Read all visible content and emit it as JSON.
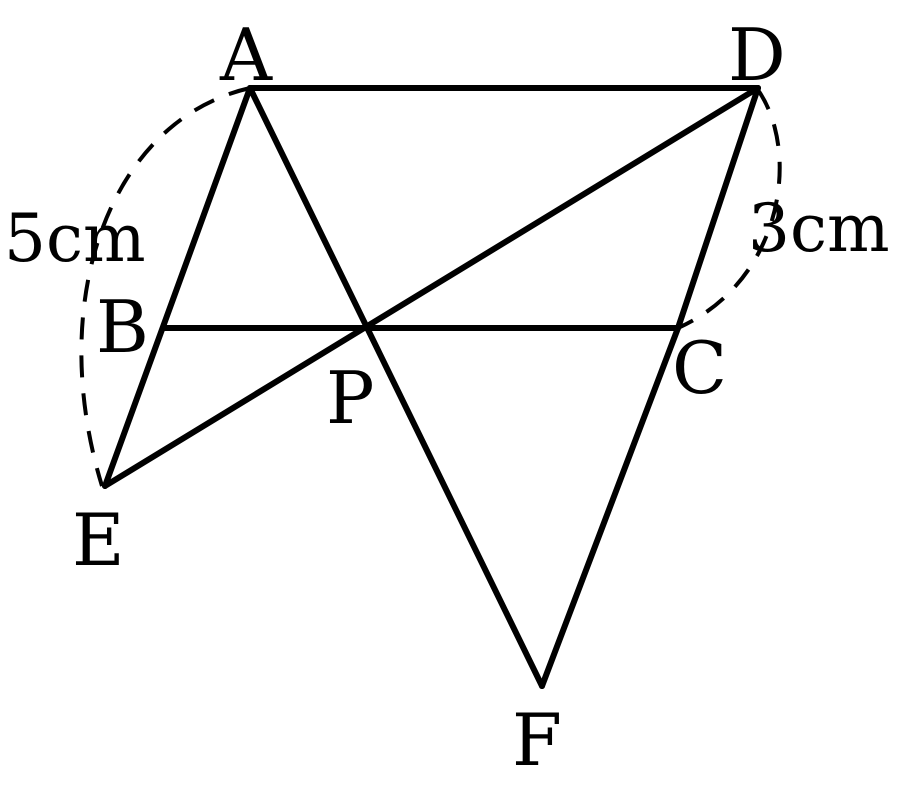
{
  "diagram": {
    "points": {
      "A": "A",
      "D": "D",
      "B": "B",
      "C": "C",
      "P": "P",
      "E": "E",
      "F": "F"
    },
    "measurements": {
      "arc_AE": "5cm",
      "arc_DC": "3cm"
    },
    "segments": [
      "AD",
      "AE",
      "DC",
      "CF",
      "AF",
      "DE",
      "BC"
    ],
    "dashed_arcs": [
      "A-E",
      "D-C"
    ],
    "colors": {
      "stroke": "#000000",
      "background": "#ffffff"
    }
  }
}
